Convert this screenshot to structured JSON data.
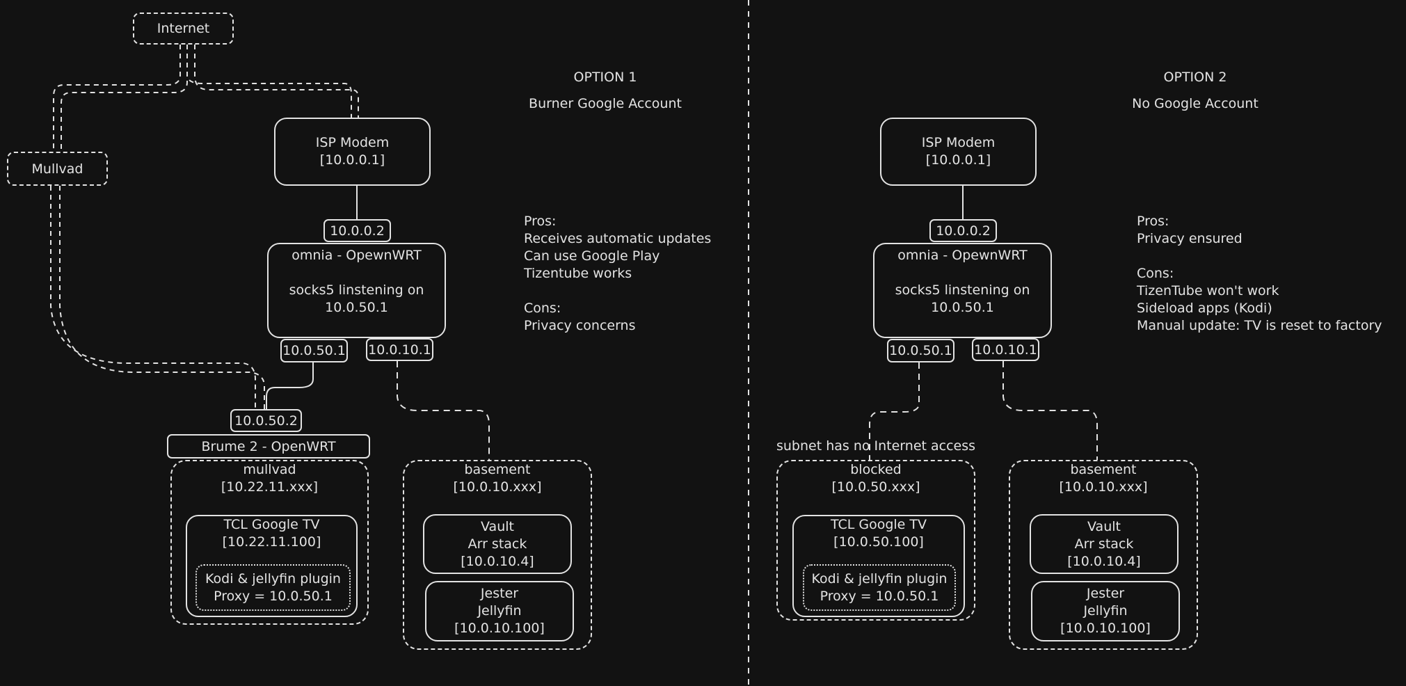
{
  "internet": "Internet",
  "mullvad_node": "Mullvad",
  "option1": {
    "title": "OPTION 1",
    "subtitle": "Burner Google Account",
    "pros_label": "Pros:",
    "pros": [
      "Receives automatic updates",
      "Can use Google Play",
      "Tizentube works"
    ],
    "cons_label": "Cons:",
    "cons": [
      "Privacy concerns"
    ],
    "isp": {
      "name": "ISP Modem",
      "ip": "[10.0.0.1]"
    },
    "wan_ip": "10.0.0.2",
    "router": {
      "name": "omnia - OpewnWRT",
      "line1": "socks5 linstening on",
      "line2": "10.0.50.1"
    },
    "port_a": "10.0.50.1",
    "port_b": "10.0.10.1",
    "brume_ip": "10.0.50.2",
    "brume": "Brume 2 - OpenWRT",
    "subnet_a": {
      "name": "mullvad",
      "range": "[10.22.11.xxx]"
    },
    "tv": {
      "name": "TCL Google TV",
      "ip": "[10.22.11.100]"
    },
    "kodi": {
      "line1": "Kodi & jellyfin plugin",
      "line2": "Proxy = 10.0.50.1"
    },
    "subnet_b": {
      "name": "basement",
      "range": "[10.0.10.xxx]"
    },
    "vault": {
      "name": "Vault",
      "role": "Arr stack",
      "ip": "[10.0.10.4]"
    },
    "jester": {
      "name": "Jester",
      "role": "Jellyfin",
      "ip": "[10.0.10.100]"
    }
  },
  "option2": {
    "title": "OPTION 2",
    "subtitle": "No Google Account",
    "pros_label": "Pros:",
    "pros": [
      "Privacy ensured"
    ],
    "cons_label": "Cons:",
    "cons": [
      "TizenTube won't work",
      "Sideload apps (Kodi)",
      "Manual update: TV is reset to factory"
    ],
    "isp": {
      "name": "ISP Modem",
      "ip": "[10.0.0.1]"
    },
    "wan_ip": "10.0.0.2",
    "router": {
      "name": "omnia - OpewnWRT",
      "line1": "socks5 linstening on",
      "line2": "10.0.50.1"
    },
    "port_a": "10.0.50.1",
    "port_b": "10.0.10.1",
    "note": "subnet has no Internet access",
    "subnet_a": {
      "name": "blocked",
      "range": "[10.0.50.xxx]"
    },
    "tv": {
      "name": "TCL Google TV",
      "ip": "[10.0.50.100]"
    },
    "kodi": {
      "line1": "Kodi & jellyfin plugin",
      "line2": "Proxy = 10.0.50.1"
    },
    "subnet_b": {
      "name": "basement",
      "range": "[10.0.10.xxx]"
    },
    "vault": {
      "name": "Vault",
      "role": "Arr stack",
      "ip": "[10.0.10.4]"
    },
    "jester": {
      "name": "Jester",
      "role": "Jellyfin",
      "ip": "[10.0.10.100]"
    }
  },
  "colors": {
    "background": "#121212",
    "stroke": "#e3e3e3"
  }
}
